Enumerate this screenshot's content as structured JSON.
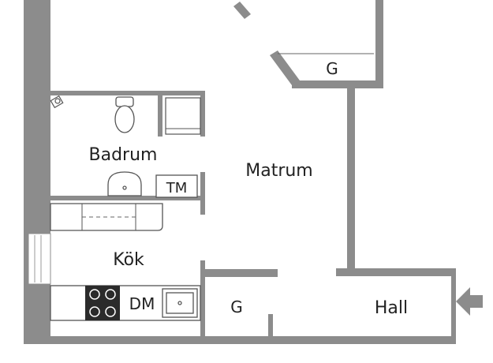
{
  "rooms": {
    "badrum": "Badrum",
    "matrum": "Matrum",
    "kok": "Kök",
    "hall": "Hall"
  },
  "closets": {
    "top": "G",
    "bottom": "G"
  },
  "appliances": {
    "tm": "TM",
    "dm": "DM"
  },
  "colors": {
    "wall": "#8c8c8c",
    "fixture_stroke": "#555555",
    "stove": "#2b2b2b",
    "arrow": "#8c8c8c"
  },
  "icons": {
    "entrance": "entrance-arrow-icon",
    "toilet": "toilet-icon",
    "sink": "sink-icon",
    "stove": "stove-icon",
    "kitchen_sink": "kitchen-sink-icon",
    "shower": "shower-icon"
  }
}
